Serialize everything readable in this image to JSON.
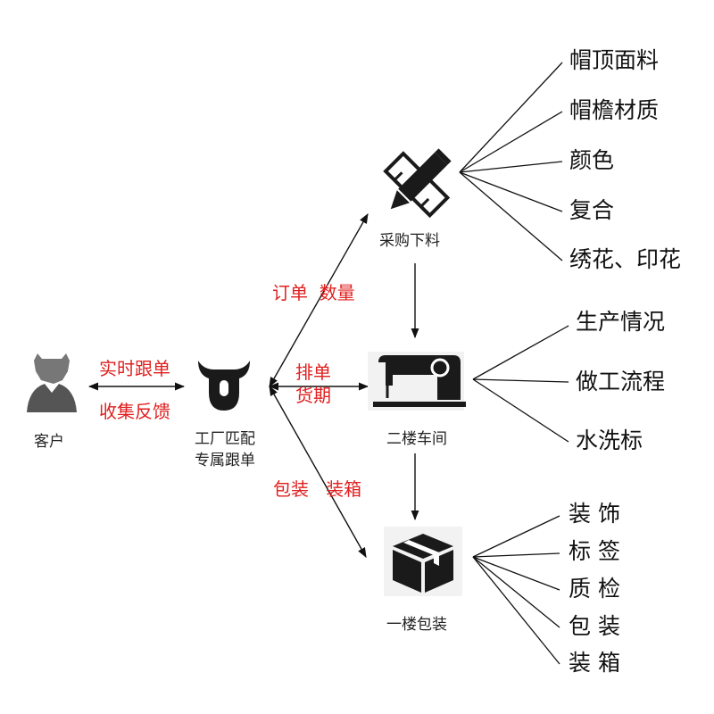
{
  "colors": {
    "line": "#111111",
    "accent": "#e01f1f",
    "icon": "#1a1a1a",
    "icon_bg": "#f2f2f2"
  },
  "nodes": {
    "customer": {
      "label": "客户",
      "icon": "person-icon"
    },
    "merchandiser": {
      "label_line1": "工厂匹配",
      "label_line2": "专属跟单",
      "icon": "cow-head-icon"
    },
    "purchasing": {
      "label": "采购下料",
      "icon": "pencil-ruler-icon"
    },
    "workshop": {
      "label": "二楼车间",
      "icon": "sewing-machine-icon"
    },
    "packing": {
      "label": "一楼包装",
      "icon": "box-icon"
    }
  },
  "edge_labels": {
    "customer_top": "实时跟单",
    "customer_bottom": "收集反馈",
    "order_qty": "订单  数量",
    "schedule_line1": "排单",
    "schedule_line2": "货期",
    "pack_box": "包装   装箱"
  },
  "purchasing_items": [
    "帽顶面料",
    "帽檐材质",
    "颜色",
    "复合",
    "绣花、印花"
  ],
  "workshop_items": [
    "生产情况",
    "做工流程",
    "水洗标"
  ],
  "packing_items": [
    "装 饰",
    "标 签",
    "质 检",
    "包 装",
    "装 箱"
  ]
}
